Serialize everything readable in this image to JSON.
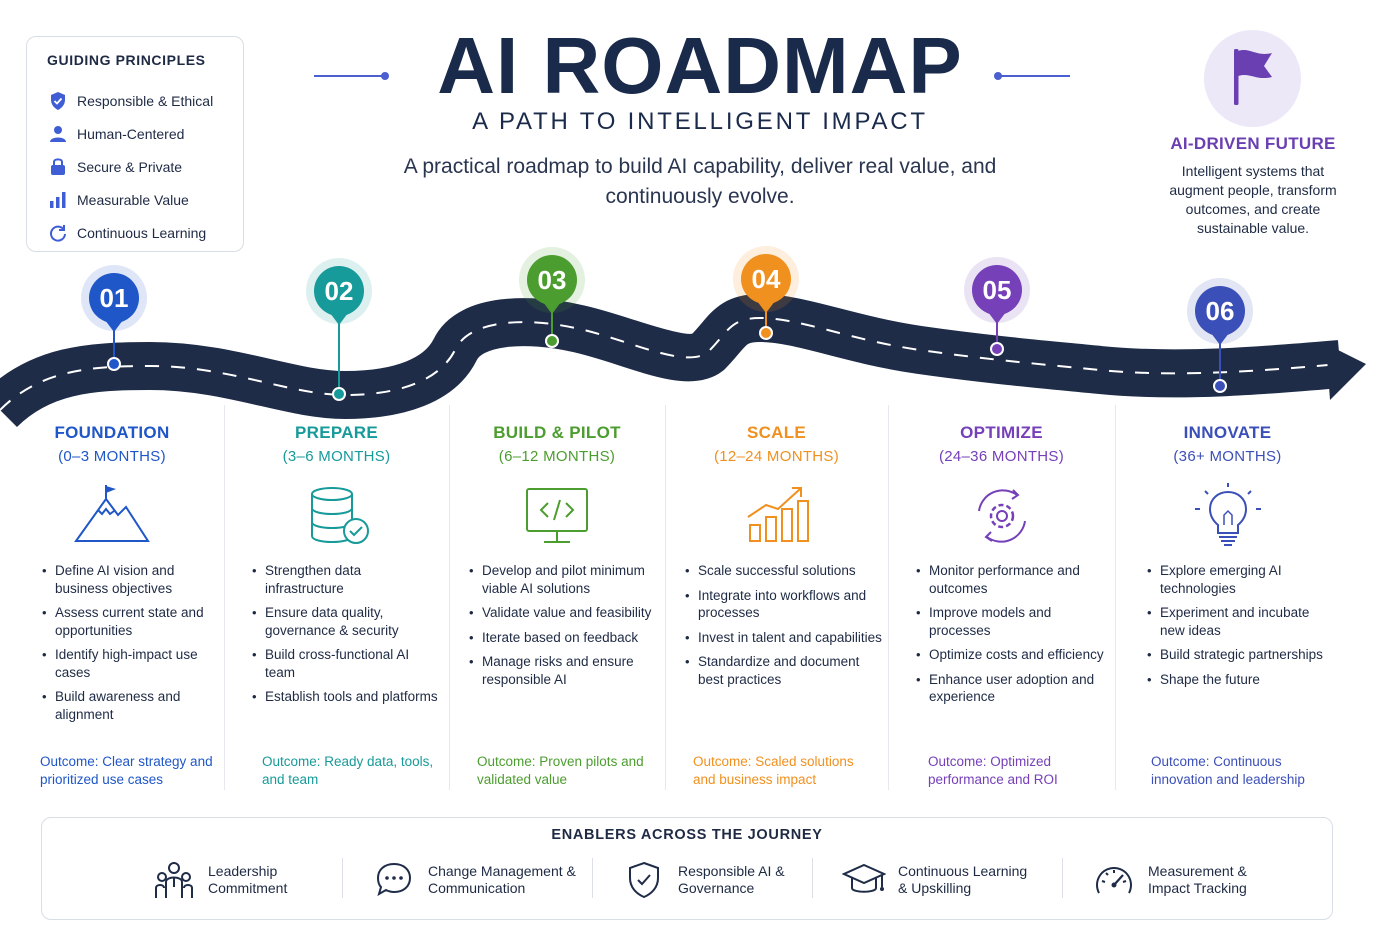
{
  "title": "AI ROADMAP",
  "subtitle": "A PATH TO INTELLIGENT IMPACT",
  "description": "A practical roadmap to build AI capability, deliver real value, and continuously evolve.",
  "principles": {
    "heading": "GUIDING PRINCIPLES",
    "items": [
      {
        "label": "Responsible & Ethical",
        "icon": "shield-icon"
      },
      {
        "label": "Human-Centered",
        "icon": "person-icon"
      },
      {
        "label": "Secure & Private",
        "icon": "lock-icon"
      },
      {
        "label": "Measurable Value",
        "icon": "bar-chart-icon"
      },
      {
        "label": "Continuous Learning",
        "icon": "refresh-icon"
      }
    ]
  },
  "future": {
    "title": "AI-DRIVEN FUTURE",
    "text": "Intelligent systems that augment people, transform outcomes, and create sustainable value.",
    "icon": "flag-icon"
  },
  "phases": [
    {
      "number": "01",
      "title": "FOUNDATION",
      "range": "(0–3 MONTHS)",
      "color": "#1f56c8",
      "icon": "mountain-flag-icon",
      "bullets": [
        "Define AI vision and business objectives",
        "Assess current state and opportunities",
        "Identify high-impact use cases",
        "Build awareness and alignment"
      ],
      "outcome": "Outcome: Clear strategy and prioritized use cases"
    },
    {
      "number": "02",
      "title": "PREPARE",
      "range": "(3–6 MONTHS)",
      "color": "#179a9a",
      "icon": "database-check-icon",
      "bullets": [
        "Strengthen data infrastructure",
        "Ensure data quality, governance & security",
        "Build cross-functional AI team",
        "Establish tools and platforms"
      ],
      "outcome": "Outcome: Ready data, tools, and team"
    },
    {
      "number": "03",
      "title": "BUILD & PILOT",
      "range": "(6–12 MONTHS)",
      "color": "#4c9d2f",
      "icon": "code-monitor-icon",
      "bullets": [
        "Develop and pilot minimum viable AI solutions",
        "Validate value and feasibility",
        "Iterate based on feedback",
        "Manage risks and ensure responsible AI"
      ],
      "outcome": "Outcome: Proven pilots and validated value"
    },
    {
      "number": "04",
      "title": "SCALE",
      "range": "(12–24 MONTHS)",
      "color": "#f0901e",
      "icon": "growth-chart-icon",
      "bullets": [
        "Scale successful solutions",
        "Integrate into workflows and processes",
        "Invest in talent and capabilities",
        "Standardize and document best practices"
      ],
      "outcome": "Outcome: Scaled solutions and business impact"
    },
    {
      "number": "05",
      "title": "OPTIMIZE",
      "range": "(24–36 MONTHS)",
      "color": "#7540b8",
      "icon": "gear-cycle-icon",
      "bullets": [
        "Monitor performance and outcomes",
        "Improve models and processes",
        "Optimize costs and efficiency",
        "Enhance user adoption and experience"
      ],
      "outcome": "Outcome: Optimized performance and ROI"
    },
    {
      "number": "06",
      "title": "INNOVATE",
      "range": "(36+ MONTHS)",
      "color": "#3b4fb8",
      "icon": "lightbulb-icon",
      "bullets": [
        "Explore emerging AI technologies",
        "Experiment and incubate new ideas",
        "Build strategic partnerships",
        "Shape the future"
      ],
      "outcome": "Outcome: Continuous innovation and leadership"
    }
  ],
  "enablers": {
    "heading": "ENABLERS ACROSS THE JOURNEY",
    "items": [
      {
        "label": "Leadership Commitment",
        "icon": "team-icon"
      },
      {
        "label": "Change Management & Communication",
        "icon": "chat-bubble-icon"
      },
      {
        "label": "Responsible AI & Governance",
        "icon": "shield-check-icon"
      },
      {
        "label": "Continuous Learning & Upskilling",
        "icon": "graduation-cap-icon"
      },
      {
        "label": "Measurement & Impact Tracking",
        "icon": "gauge-icon"
      }
    ]
  }
}
